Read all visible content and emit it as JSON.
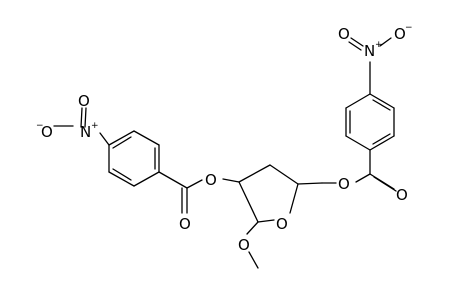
{
  "molecule": {
    "atoms": {
      "O_ring": "O",
      "O_methoxy": "O",
      "O_ester_left": "O",
      "O_carbonyl_left": "O",
      "O_ester_right": "O",
      "O_carbonyl_right": "O",
      "N_left": "N",
      "N_right": "N",
      "O_nitro_left_top": "O",
      "O_nitro_left_bottom": "O",
      "O_nitro_right_left": "O",
      "O_nitro_right_right": "O"
    },
    "charges": {
      "N_left": "+",
      "N_right": "+",
      "O_nitro_left_bottom": "−",
      "O_nitro_right_right": "−"
    }
  }
}
